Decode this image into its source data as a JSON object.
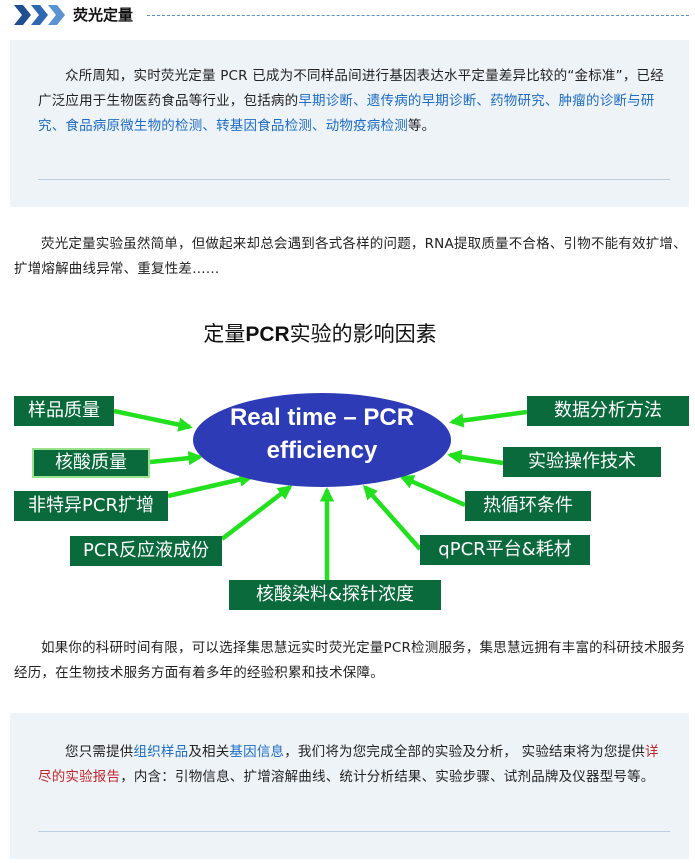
{
  "header": {
    "title": "荧光定量"
  },
  "intro": {
    "before": "众所周知，实时荧光定量 PCR 已成为不同样品间进行基因表达水平定量差异比较的“金标准”，已经广泛应用于生物医药食品等行业，包括病的",
    "highlight": "早期诊断、遗传病的早期诊断、药物研究、肿瘤的诊断与研究、食品病原微生物的检测、转基因食品检测、动物疫病检测",
    "after": "等。"
  },
  "problems": {
    "text": "荧光定量实验虽然简单，但做起来却总会遇到各式各样的问题，RNA提取质量不合格、引物不能有效扩增、扩增熔解曲线异常、重复性差……"
  },
  "diagram": {
    "title_pre": "定量",
    "title_bold": "PCR",
    "title_post": "实验的影响因素",
    "center_line1": "Real time – PCR",
    "center_line2": "efficiency",
    "factors": {
      "sample_quality": "样品质量",
      "nucleic_acid_quality": "核酸质量",
      "nonspecific": "非特异PCR扩增",
      "reaction_components": "PCR反应液成份",
      "dye_probe": "核酸染料&探针浓度",
      "data_analysis": "数据分析方法",
      "operation": "实验操作技术",
      "thermal_cycle": "热循环条件",
      "platform": "qPCR平台&耗材"
    },
    "colors": {
      "ellipse": "#2e3bb6",
      "box": "#0a6a3c",
      "arrow": "#22e01e"
    }
  },
  "service": {
    "text": "如果你的科研时间有限，可以选择集思慧远实时荧光定量PCR检测服务，集思慧远拥有丰富的科研技术服务经历，在生物技术服务方面有着多年的经验积累和技术保障。"
  },
  "provide": {
    "part1": "您只需提供",
    "hl1": "组织样品",
    "part2": "及相关",
    "hl2": "基因信息",
    "part3": "，我们将为您完成全部的实验及分析， 实验结束将为您提供",
    "red1": "详尽的实验报告",
    "part4": "，内含：引物信息、扩增溶解曲线、统计分析结果、实验步骤、试剂品牌及仪器型号等。"
  }
}
